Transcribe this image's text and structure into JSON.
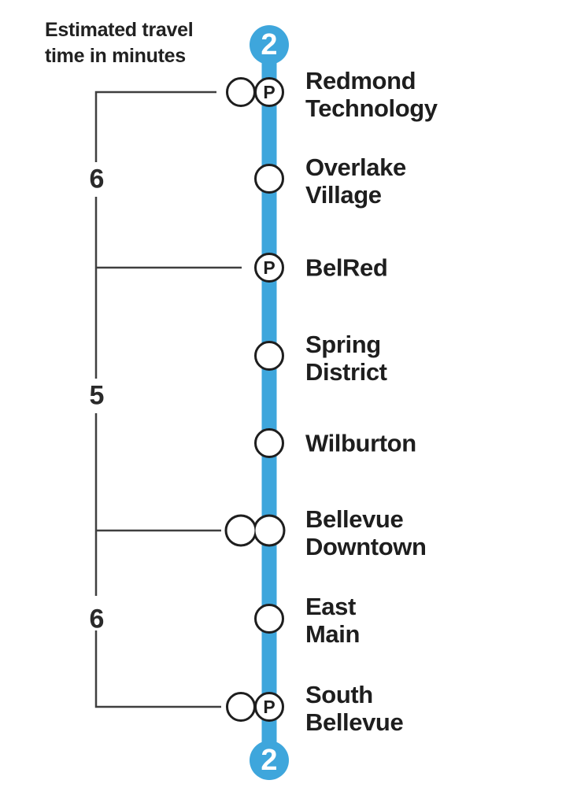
{
  "legend": {
    "title": "Estimated travel\ntime in minutes"
  },
  "line": {
    "badge": "2"
  },
  "markers": {
    "parking_label": "P"
  },
  "stations": [
    {
      "name": "Redmond\nTechnology",
      "marker": "interchange-parking"
    },
    {
      "name": "Overlake\nVillage",
      "marker": "standard"
    },
    {
      "name": "BelRed",
      "marker": "standard-parking"
    },
    {
      "name": "Spring\nDistrict",
      "marker": "standard"
    },
    {
      "name": "Wilburton",
      "marker": "standard"
    },
    {
      "name": "Bellevue\nDowntown",
      "marker": "interchange"
    },
    {
      "name": "East\nMain",
      "marker": "standard"
    },
    {
      "name": "South\nBellevue",
      "marker": "interchange-parking"
    }
  ],
  "travel_times": [
    {
      "minutes": "6"
    },
    {
      "minutes": "5"
    },
    {
      "minutes": "6"
    }
  ],
  "colors": {
    "route": "#3ea6dc",
    "bracket": "#3f3f3f",
    "text": "#1e1e1e",
    "marker_outline": "#1e1e1e",
    "badge_background": "#3ea6dc",
    "badge_text": "#ffffff"
  }
}
